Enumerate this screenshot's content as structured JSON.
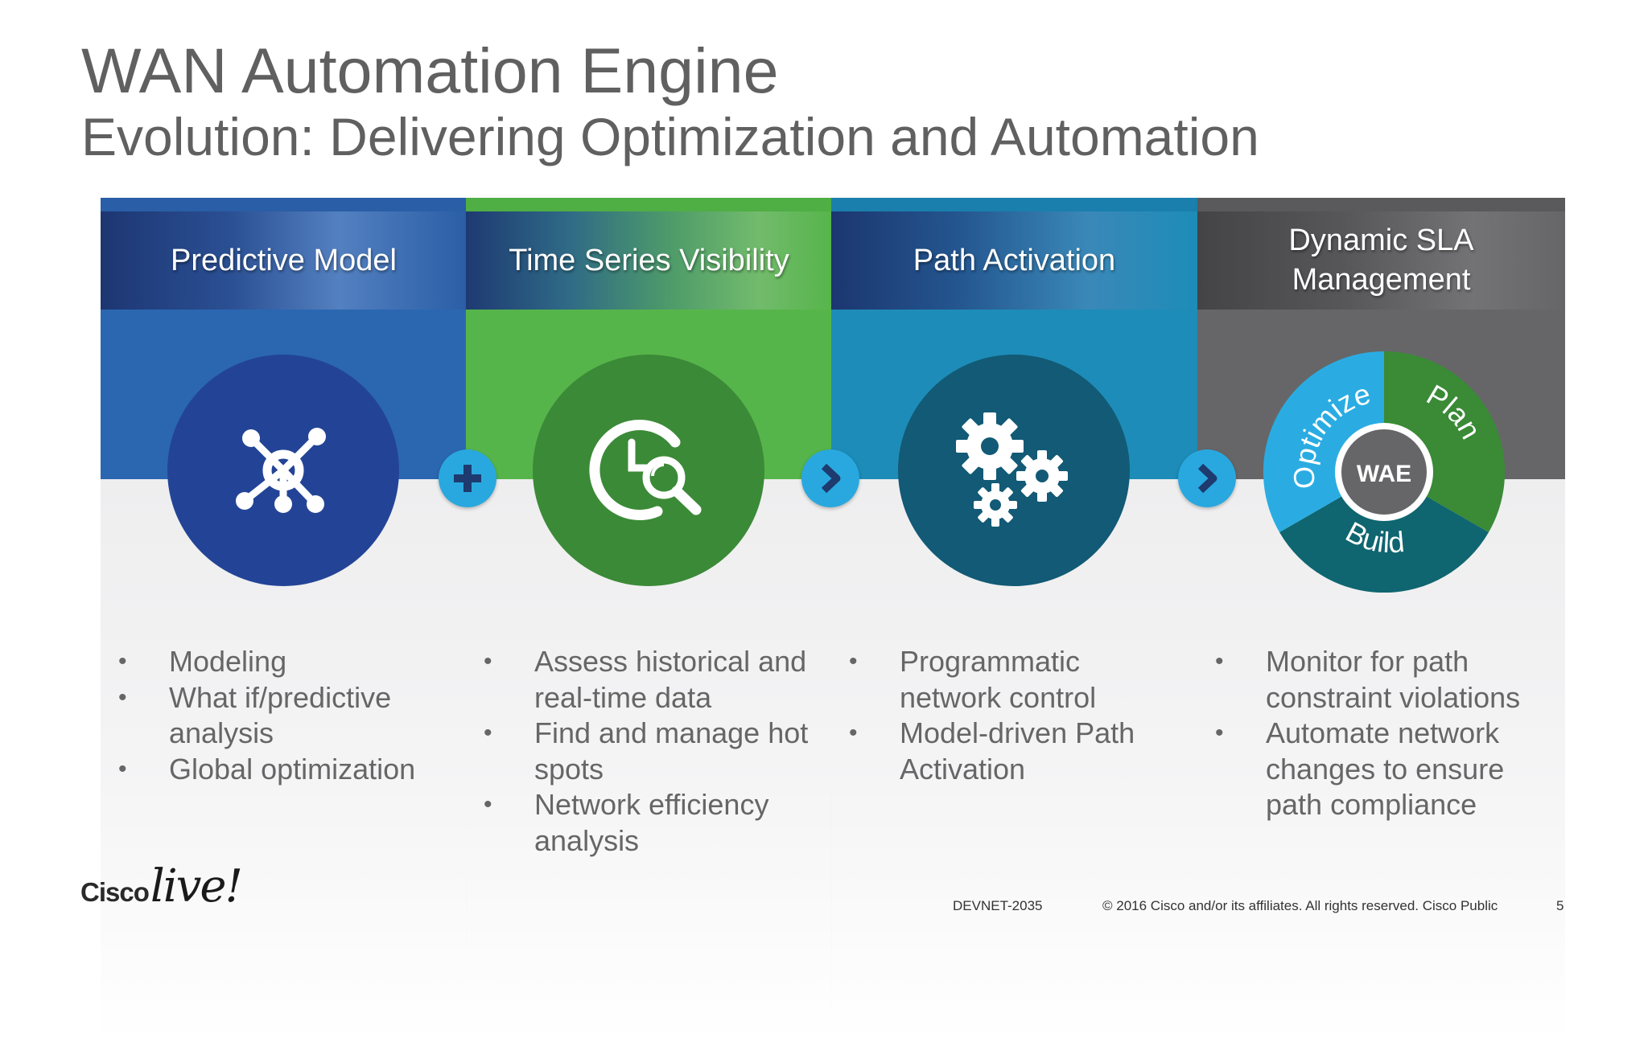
{
  "slide": {
    "title": "WAN Automation Engine",
    "subtitle": "Evolution: Delivering Optimization and Automation"
  },
  "columns": [
    {
      "header": "Predictive Model",
      "icon": "network-hub-icon",
      "band_color": "#2b67b1",
      "circle_color": "#234496",
      "bullets": [
        "Modeling",
        "What if/predictive analysis",
        "Global optimization"
      ]
    },
    {
      "header": "Time Series Visibility",
      "icon": "clock-magnifier-icon",
      "band_color": "#56b54a",
      "circle_color": "#3b8a37",
      "bullets": [
        "Assess historical and real-time data",
        "Find and manage hot spots",
        "Network efficiency analysis"
      ]
    },
    {
      "header": "Path Activation",
      "icon": "gears-icon",
      "band_color": "#1d8cb8",
      "circle_color": "#125a75",
      "bullets": [
        "Programmatic network control",
        "Model-driven Path Activation"
      ]
    },
    {
      "header": "Dynamic SLA Management",
      "icon": "wae-cycle-icon",
      "band_color": "#666668",
      "bullets": [
        "Monitor for path constraint violations",
        "Automate network changes to ensure path compliance"
      ]
    }
  ],
  "connectors": [
    {
      "icon": "plus-icon"
    },
    {
      "icon": "chevron-right-icon"
    },
    {
      "icon": "chevron-right-icon"
    }
  ],
  "wae_cycle": {
    "center": "WAE",
    "segments": [
      {
        "label": "Optimize",
        "color": "#2aace2"
      },
      {
        "label": "Plan",
        "color": "#3a8a36"
      },
      {
        "label": "Build",
        "color": "#0f6570"
      }
    ]
  },
  "footer": {
    "brand_cisco": "Cisco",
    "brand_live": "live!",
    "session": "DEVNET-2035",
    "copyright": "© 2016  Cisco and/or its affiliates. All rights reserved.   Cisco Public",
    "page_number": "5"
  }
}
